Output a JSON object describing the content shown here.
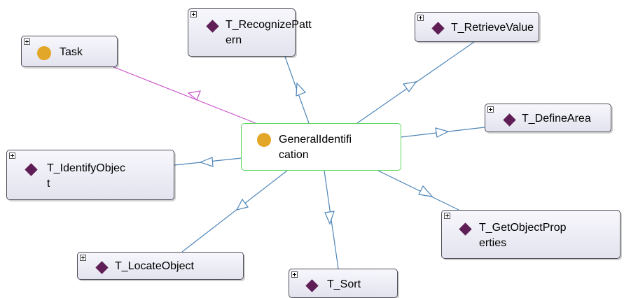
{
  "colors": {
    "node_fill": "#e8e8f2",
    "node_border": "#4e4e58",
    "center_border": "#5ad65a",
    "class_icon": "#e2a628",
    "individual_icon": "#5f1f56",
    "edge_type": "#cc55cc",
    "edge_relation": "#4f86b8"
  },
  "icons": {
    "expand": "plus-box-icon",
    "class": "circle-class-icon",
    "individual": "diamond-individual-icon"
  },
  "nodes": {
    "center": {
      "label": "GeneralIdentifi\ncation",
      "kind": "class"
    },
    "task": {
      "label": "Task",
      "kind": "class"
    },
    "recognize_pattern": {
      "label": "T_RecognizePatt\nern",
      "kind": "individual"
    },
    "retrieve_value": {
      "label": "T_RetrieveValue",
      "kind": "individual"
    },
    "define_area": {
      "label": "T_DefineArea",
      "kind": "individual"
    },
    "identify_object": {
      "label": "T_IdentifyObjec\nt",
      "kind": "individual"
    },
    "get_object_properties": {
      "label": "T_GetObjectProp\nerties",
      "kind": "individual"
    },
    "locate_object": {
      "label": "T_LocateObject",
      "kind": "individual"
    },
    "sort": {
      "label": "T_Sort",
      "kind": "individual"
    }
  },
  "edges": [
    {
      "from": "center",
      "to": "task",
      "style": "type"
    },
    {
      "from": "center",
      "to": "recognize_pattern",
      "style": "relation"
    },
    {
      "from": "center",
      "to": "retrieve_value",
      "style": "relation"
    },
    {
      "from": "center",
      "to": "define_area",
      "style": "relation"
    },
    {
      "from": "center",
      "to": "identify_object",
      "style": "relation"
    },
    {
      "from": "center",
      "to": "get_object_properties",
      "style": "relation"
    },
    {
      "from": "center",
      "to": "locate_object",
      "style": "relation"
    },
    {
      "from": "center",
      "to": "sort",
      "style": "relation"
    }
  ]
}
